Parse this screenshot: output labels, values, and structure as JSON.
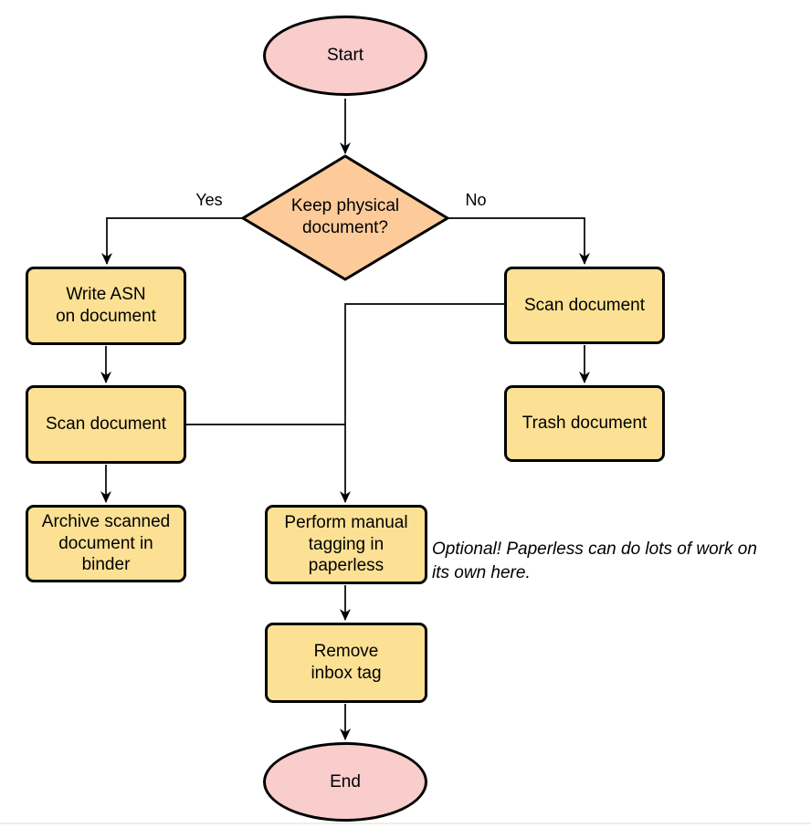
{
  "colors": {
    "node-pink": "#F8CDCC",
    "node-orange": "#FDCB9A",
    "node-yellow": "#FCE195",
    "stroke": "#000000",
    "text": "#000000"
  },
  "flowchart": {
    "nodes": {
      "start": {
        "label": "Start"
      },
      "decision_keep_physical": {
        "label": "Keep physical\ndocument?"
      },
      "write_asn": {
        "label": "Write ASN\non document"
      },
      "scan_document_left": {
        "label": "Scan document"
      },
      "archive_in_binder": {
        "label": "Archive scanned\ndocument in\nbinder"
      },
      "scan_document_right": {
        "label": "Scan document"
      },
      "trash_document": {
        "label": "Trash document"
      },
      "manual_tagging": {
        "label": "Perform manual\ntagging in\npaperless"
      },
      "remove_inbox_tag": {
        "label": "Remove\ninbox tag"
      },
      "end": {
        "label": "End"
      }
    },
    "edge_labels": {
      "yes": "Yes",
      "no": "No"
    },
    "annotation": "Optional! Paperless can do lots of work on\nits own here."
  }
}
